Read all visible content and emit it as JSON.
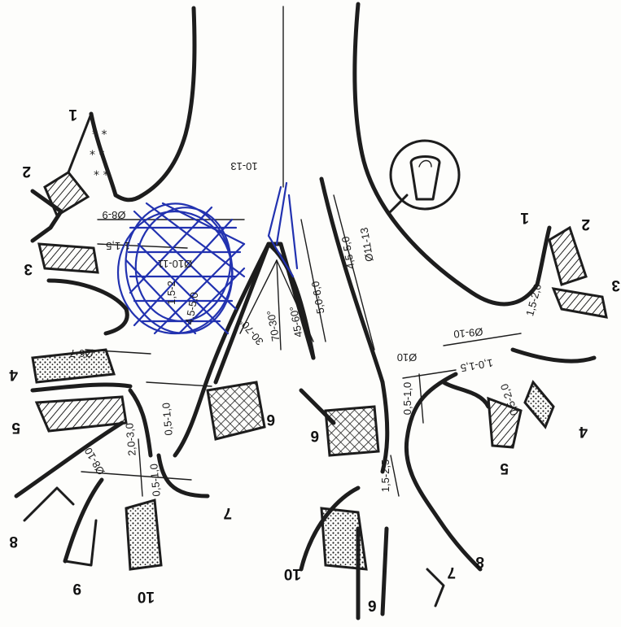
{
  "labels": {
    "trachea": "10-13",
    "main_bronchus_right": "Ø11-13",
    "trachea_wall_right": "4,5-5,0",
    "carina_inner_right": "5,0-6,0",
    "carina_angle_a": "45-60°",
    "carina_angle_b": "70-30°",
    "carina_angle_c": "30-70°",
    "upper_lobe_left": "Ø8-9",
    "upper_lobe_left_wall": "1-1,5",
    "left_main": "Ø10-11",
    "left_main_wall": "1,5-2",
    "left_side_wall": "4,5-5,0",
    "left_lower_b4": "Ø6-7",
    "left_lower_segment": "Ø8-10",
    "left_wall_a": "2,0-3,0",
    "left_wall_b": "0,5-1,0",
    "left_wall_c": "0,5-1,0",
    "right_intermediate": "Ø10",
    "right_upper": "Ø9-10",
    "right_upper_wall": "1,5-2,0",
    "right_upper_wall_b": "1,0-1,5",
    "right_b4_wall": "0,5-2,0",
    "right_lower_wall": "0,5-1,0",
    "right_lower_wall_b": "1,5-2,5"
  },
  "segment_numbers": {
    "left": [
      "1",
      "2",
      "3",
      "4",
      "5",
      "6",
      "7",
      "8",
      "9",
      "10"
    ],
    "right": [
      "1",
      "2",
      "3",
      "4",
      "5",
      "6",
      "7",
      "8",
      "9",
      "10"
    ]
  },
  "colors": {
    "ink": "#1d1d1d",
    "paper": "#fdfdfb",
    "scribble": "#2232b0"
  },
  "icons": {
    "inset_cross_section": "tracheal-ring-icon"
  }
}
